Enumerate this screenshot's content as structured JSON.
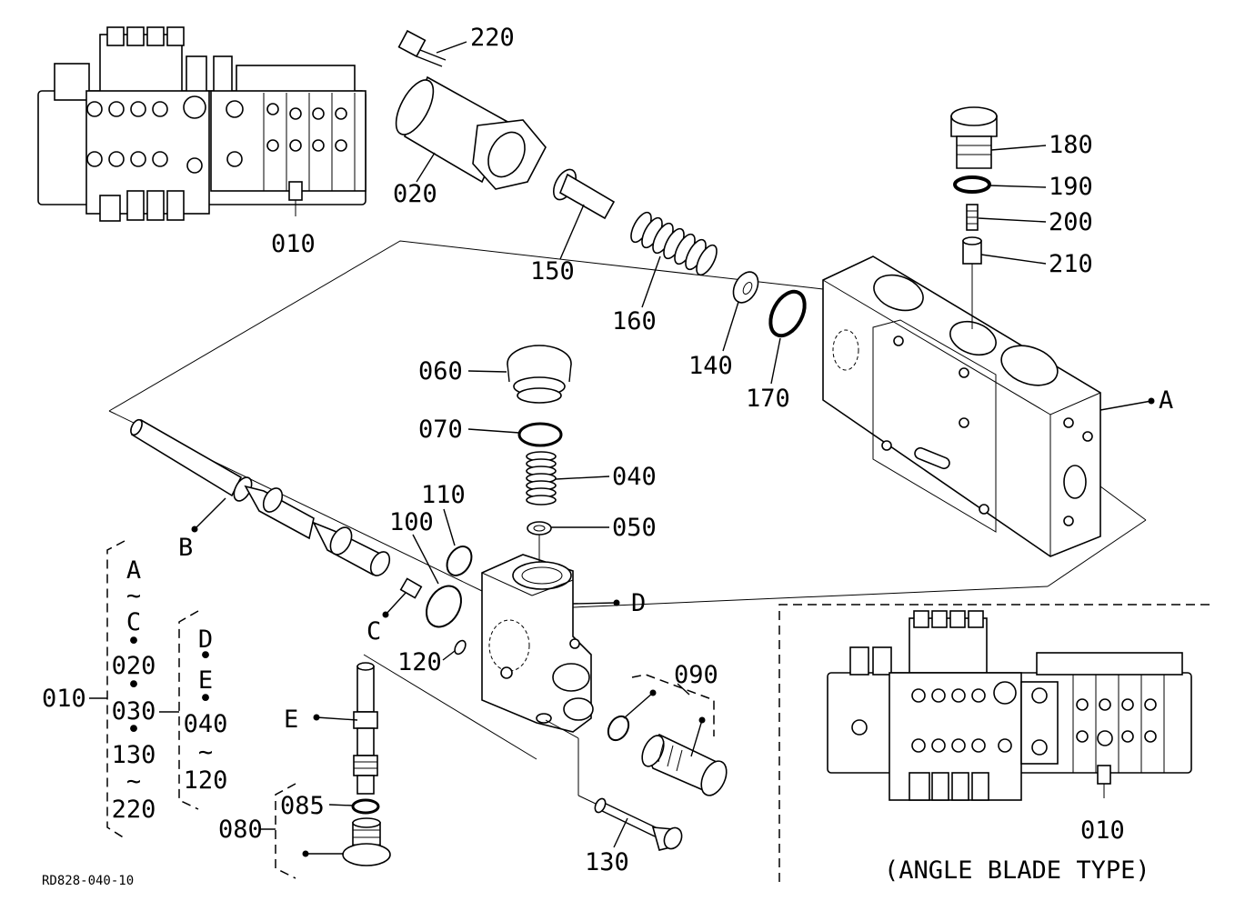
{
  "labels": {
    "p010_top": "010",
    "p020": "020",
    "p220": "220",
    "p150": "150",
    "p160": "160",
    "p140": "140",
    "p170": "170",
    "p180": "180",
    "p190": "190",
    "p200": "200",
    "p210": "210",
    "pA": "A",
    "pB": "B",
    "pC": "C",
    "pD": "D",
    "pE": "E",
    "p060": "060",
    "p070": "070",
    "p040": "040",
    "p050": "050",
    "p110": "110",
    "p100": "100",
    "p120": "120",
    "p090": "090",
    "p130": "130",
    "p085": "085",
    "p080": "080",
    "p010_left": "010",
    "p010_inset": "010"
  },
  "range_column_1": [
    "A",
    "~",
    "C",
    "•",
    "020",
    "•",
    "030",
    "•",
    "130",
    "~",
    "220"
  ],
  "range_column_2": [
    "D",
    "•",
    "E",
    "•",
    "040",
    "~",
    "120"
  ],
  "inset_caption": "(ANGLE BLADE TYPE)",
  "figure_code": "RD828-040-10"
}
